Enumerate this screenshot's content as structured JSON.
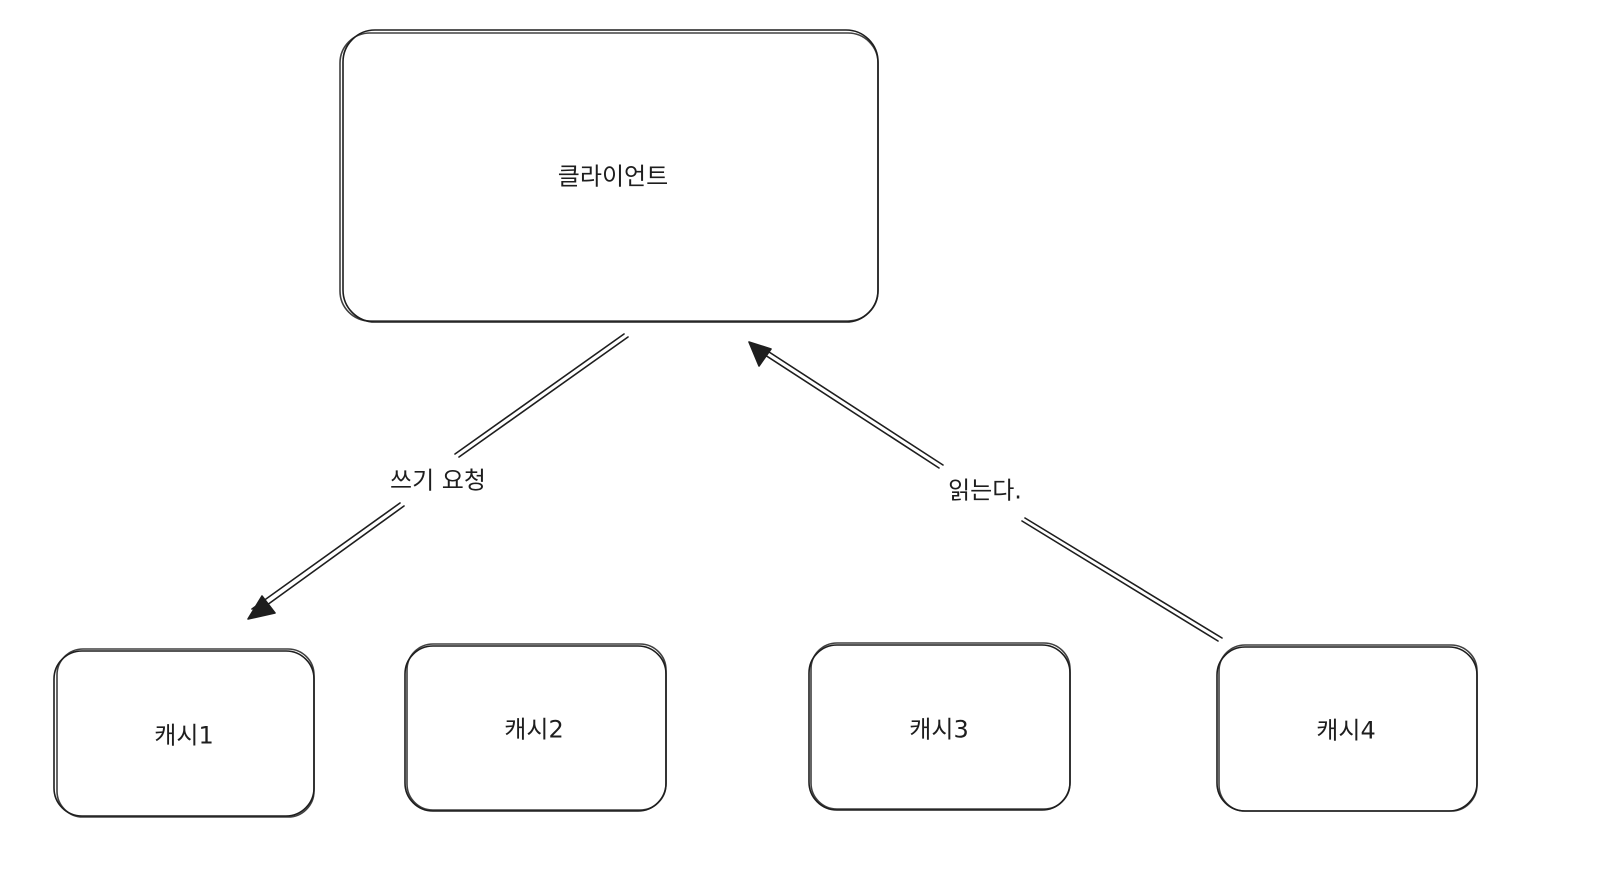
{
  "diagram": {
    "stroke_color": "#1e1e1e",
    "background": "#ffffff",
    "nodes": [
      {
        "id": "client",
        "label": "클라이언트"
      },
      {
        "id": "cache1",
        "label": "캐시1"
      },
      {
        "id": "cache2",
        "label": "캐시2"
      },
      {
        "id": "cache3",
        "label": "캐시3"
      },
      {
        "id": "cache4",
        "label": "캐시4"
      }
    ],
    "edges": [
      {
        "from": "client",
        "to": "cache1",
        "label": "쓰기 요청"
      },
      {
        "from": "cache4",
        "to": "client",
        "label": "읽는다."
      }
    ]
  }
}
